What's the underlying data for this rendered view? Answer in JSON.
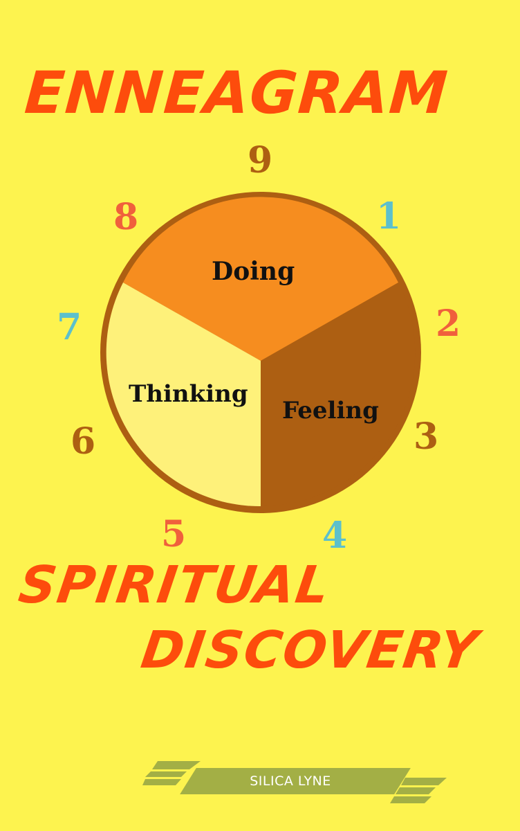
{
  "cover": {
    "title": "ENNEAGRAM",
    "subtitle_line1": "SPIRITUAL",
    "subtitle_line2": "DISCOVERY",
    "author": "SILICA LYNE"
  },
  "colors": {
    "background": "#fdf34f",
    "title": "#fd4c0c",
    "doing": "#f68d1f",
    "feeling": "#ad5f12",
    "thinking": "#fef17a",
    "ring": "#ad5f12",
    "author_band": "#a3af45",
    "num_brown": "#ad5f12",
    "num_coral": "#f0603c",
    "num_teal": "#5cc0cc"
  },
  "wheel": {
    "centers": [
      {
        "label": "Doing"
      },
      {
        "label": "Feeling"
      },
      {
        "label": "Thinking"
      }
    ],
    "numbers": [
      {
        "value": "9",
        "color": "#ad5f12"
      },
      {
        "value": "1",
        "color": "#5cc0cc"
      },
      {
        "value": "2",
        "color": "#f0603c"
      },
      {
        "value": "3",
        "color": "#ad5f12"
      },
      {
        "value": "4",
        "color": "#5cc0cc"
      },
      {
        "value": "5",
        "color": "#f0603c"
      },
      {
        "value": "6",
        "color": "#ad5f12"
      },
      {
        "value": "7",
        "color": "#5cc0cc"
      },
      {
        "value": "8",
        "color": "#f0603c"
      }
    ]
  }
}
